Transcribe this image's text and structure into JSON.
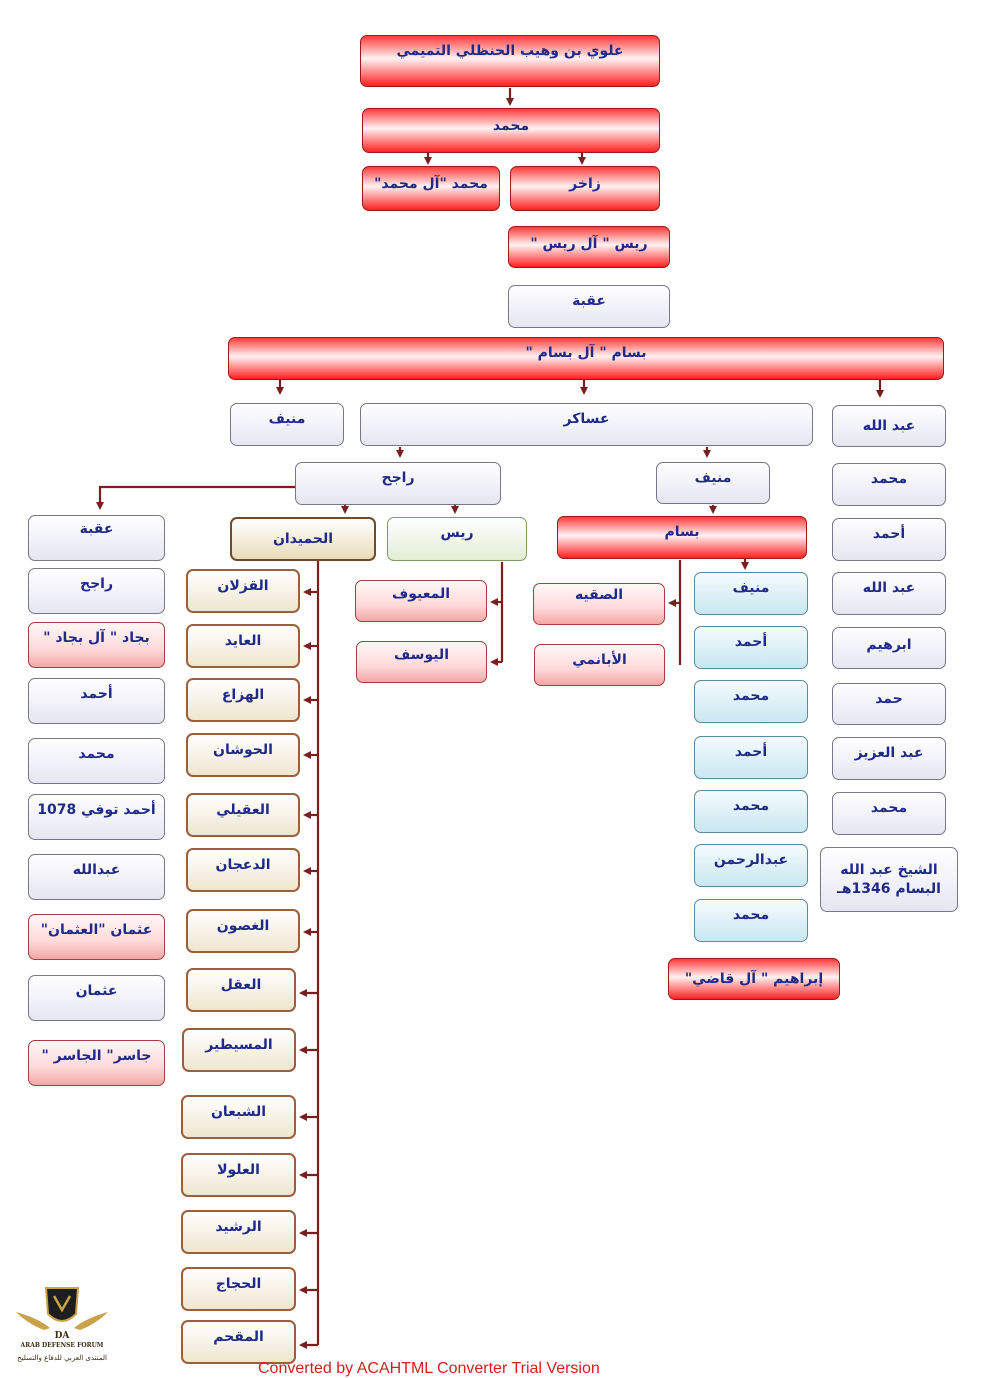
{
  "nodes": {
    "root": "علوي بن وهيب الحنظلي التميمي",
    "n_mohammed": "محمد",
    "n_mohammed_al": "محمد \"آل محمد\"",
    "n_zakhir": "زاخر",
    "n_rayyis": "ريس \" آل ريس \"",
    "n_uqba": "عقبة",
    "n_bassam": "بسام \" آل بسام \"",
    "n_munif1": "منيف",
    "n_asaker": "عساكر",
    "n_abdullah1": "عبد الله",
    "n_rajeh": "راجح",
    "n_munif2": "منيف",
    "r_mohammed1": "محمد",
    "r_ahmed1": "أحمد",
    "r_abdullah2": "عبد الله",
    "r_ibrahim1": "ابرهيم",
    "r_hamad": "حمد",
    "r_abdulaziz": "عبد العزيز",
    "r_mohammed2": "محمد",
    "r_sheikh": "الشيخ عبد الله البسام 1346هـ",
    "l_uqba": "عقبة",
    "l_rajeh": "راجح",
    "l_bajjad": "بجاد \" آل بجاد \"",
    "l_ahmed": "أحمد",
    "l_mohammed": "محمد",
    "l_ahmed1078": "أحمد توفي 1078",
    "l_abdullah": "عبدالله",
    "l_othman_al": "عثمان \"العثمان\"",
    "l_othman": "عثمان",
    "l_jasir": "جاسر\" الجاسر \"",
    "h_humaidan": "الحميدان",
    "h1": "القزلان",
    "h2": "العايد",
    "h3": "الهزاع",
    "h4": "الحوشان",
    "h5": "العقيلي",
    "h6": "الدعجان",
    "h7": "الغصون",
    "h8": "العقل",
    "h9": "المسيطير",
    "h10": "الشبعان",
    "h11": "العلولا",
    "h12": "الرشيد",
    "h13": "الحجاج",
    "h14": "المقحم",
    "y_rayyis": "ريس",
    "y_maayouf": "المعيوف",
    "y_yousef": "اليوسف",
    "b_bassam": "بسام",
    "b_sugaih": "الصقيه",
    "b_abanami": "الأبانمي",
    "c1": "منيف",
    "c2": "أحمد",
    "c3": "محمد",
    "c4": "أحمد",
    "c5": "محمد",
    "c6": "عبدالرحمن",
    "c7": "محمد",
    "c_ibrahim": "إبراهيم \" آل قاضي\""
  },
  "logo": {
    "title": "ARAB DEFENSE FORUM",
    "subtitle": "المنتدى العربي للدفاع والتسليح"
  },
  "footer": "Converted by ACAHTML Converter Trial Version",
  "colors": {
    "connector": "#7a1f1f",
    "text": "#1f2a88",
    "red": "#ff2020"
  }
}
